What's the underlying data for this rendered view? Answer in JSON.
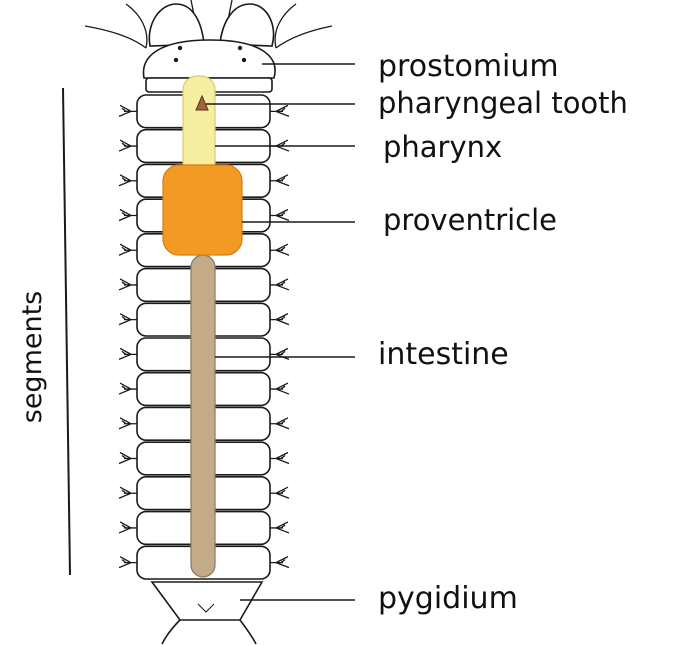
{
  "labels": {
    "prostomium": "prostomium",
    "pharyngeal_tooth": "pharyngeal tooth",
    "pharynx": "pharynx",
    "proventricle": "proventricle",
    "intestine": "intestine",
    "pygidium": "pygidium",
    "segments": "segments"
  },
  "colors": {
    "outline": "#1a1a1a",
    "pharynx_fill": "#f6eea0",
    "proventricle_fill": "#f39a25",
    "intestine_fill": "#c3ab8a",
    "tooth_fill": "#a6643a"
  }
}
